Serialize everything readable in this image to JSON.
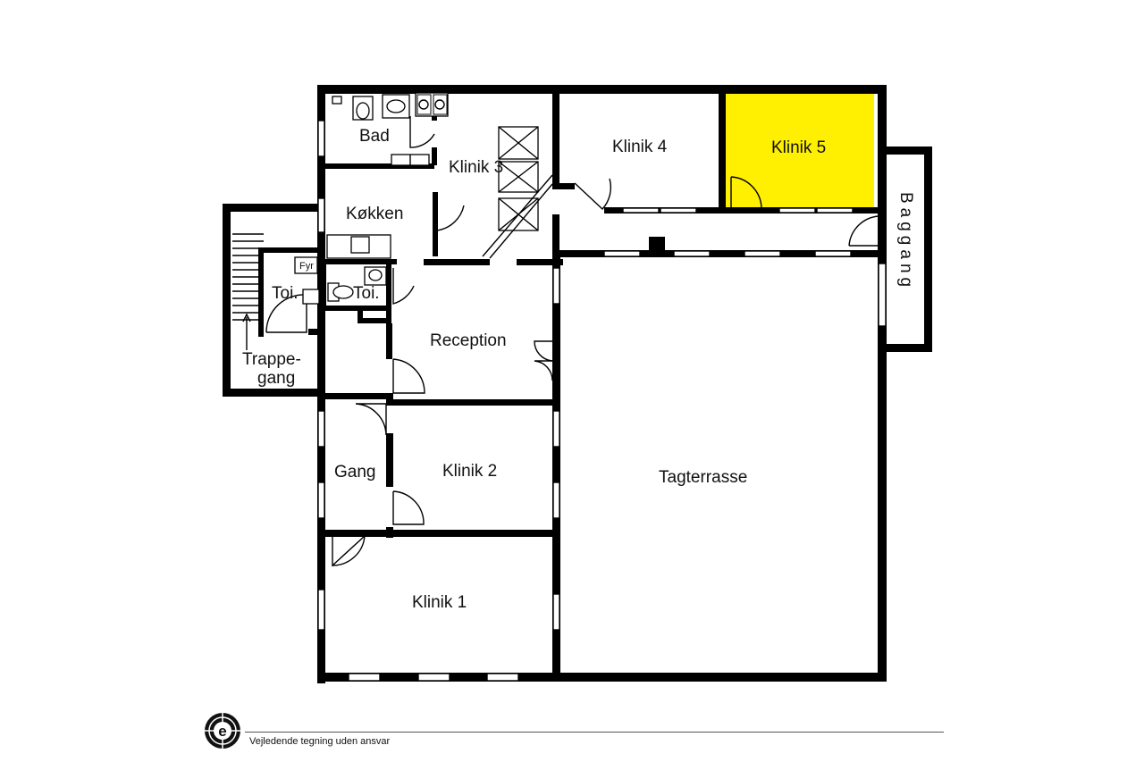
{
  "rooms": {
    "bad": "Bad",
    "klinik3": "Klinik 3",
    "klinik4": "Klinik 4",
    "klinik5": "Klinik 5",
    "baggang": "Baggang",
    "kokken": "Køkken",
    "fyr": "Fyr",
    "toi_left": "Toi.",
    "toi_right": "Toi.",
    "reception": "Reception",
    "trappegang_line1": "Trappe-",
    "trappegang_line2": "gang",
    "gang": "Gang",
    "klinik2": "Klinik 2",
    "tagterrasse": "Tagterrasse",
    "klinik1": "Klinik 1"
  },
  "highlight": {
    "room": "Klinik 5",
    "color": "#ffef00"
  },
  "footer": {
    "disclaimer": "Vejledende tegning uden ansvar",
    "logo_letter": "e"
  }
}
